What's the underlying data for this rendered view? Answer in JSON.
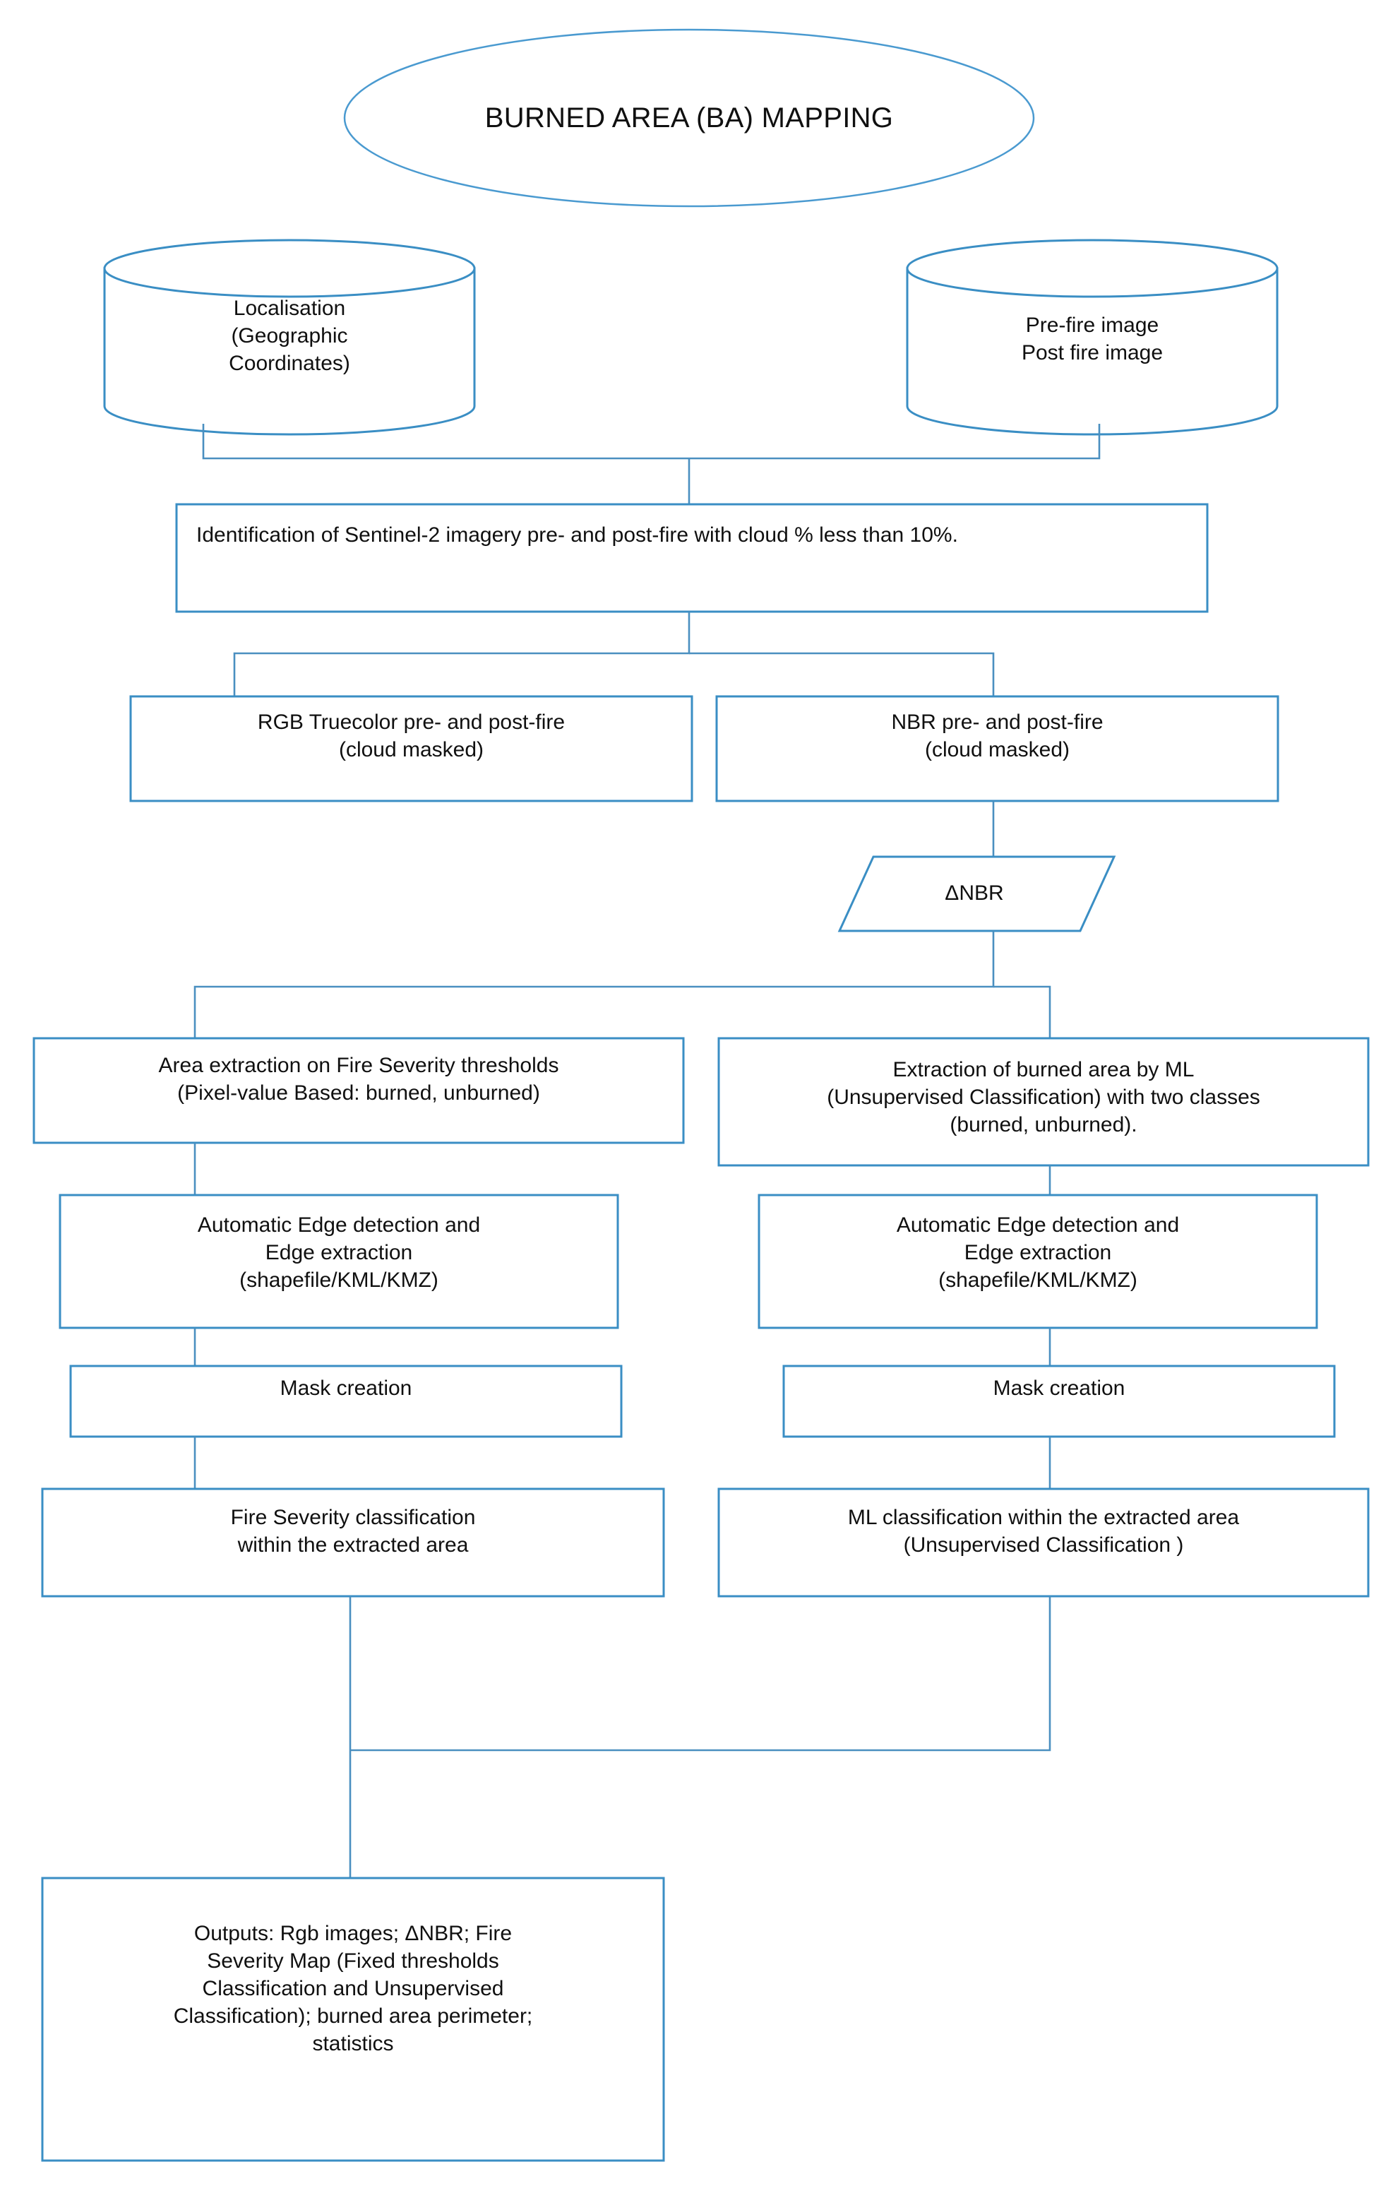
{
  "diagram": {
    "title": "BURNED AREA (BA) MAPPING",
    "palette": {
      "stroke": "#3a8ec4",
      "connector": "#4a8fc0",
      "fill": "#ffffff",
      "text": "#101010"
    },
    "nodes": {
      "title_ellipse": {
        "shape": "ellipse",
        "label": "BURNED AREA (BA) MAPPING"
      },
      "db_localisation": {
        "shape": "cylinder",
        "label": "Localisation\n(Geographic\nCoordinates)"
      },
      "db_images": {
        "shape": "cylinder",
        "label": "Pre-fire image\nPost fire image"
      },
      "identification": {
        "shape": "rectangle",
        "label": "Identification of Sentinel-2 imagery pre- and post-fire with cloud % less than 10%."
      },
      "rgb_truecolor": {
        "shape": "rectangle",
        "label": "RGB Truecolor pre- and post-fire\n(cloud masked)"
      },
      "nbr": {
        "shape": "rectangle",
        "label": "NBR pre- and post-fire\n(cloud masked)"
      },
      "dnbr": {
        "shape": "parallelogram",
        "label": "ΔNBR"
      },
      "area_extraction": {
        "shape": "rectangle",
        "label": "Area extraction on Fire Severity thresholds\n(Pixel-value Based: burned, unburned)"
      },
      "ml_extraction": {
        "shape": "rectangle",
        "label": "Extraction of burned area by ML\n(Unsupervised Classification) with two classes\n(burned, unburned)."
      },
      "edge_left": {
        "shape": "rectangle",
        "label": "Automatic Edge detection and\nEdge extraction\n(shapefile/KML/KMZ)"
      },
      "edge_right": {
        "shape": "rectangle",
        "label": "Automatic Edge detection and\nEdge extraction\n(shapefile/KML/KMZ)"
      },
      "mask_left": {
        "shape": "rectangle",
        "label": "Mask creation"
      },
      "mask_right": {
        "shape": "rectangle",
        "label": "Mask creation"
      },
      "fire_severity_class": {
        "shape": "rectangle",
        "label": "Fire Severity classification\nwithin the extracted area"
      },
      "ml_class": {
        "shape": "rectangle",
        "label": "ML classification within the extracted area\n(Unsupervised Classification )"
      },
      "outputs": {
        "shape": "rectangle",
        "label": "Outputs: Rgb images; ΔNBR; Fire\nSeverity Map (Fixed thresholds\nClassification and Unsupervised\nClassification); burned area perimeter;\nstatistics"
      }
    }
  }
}
